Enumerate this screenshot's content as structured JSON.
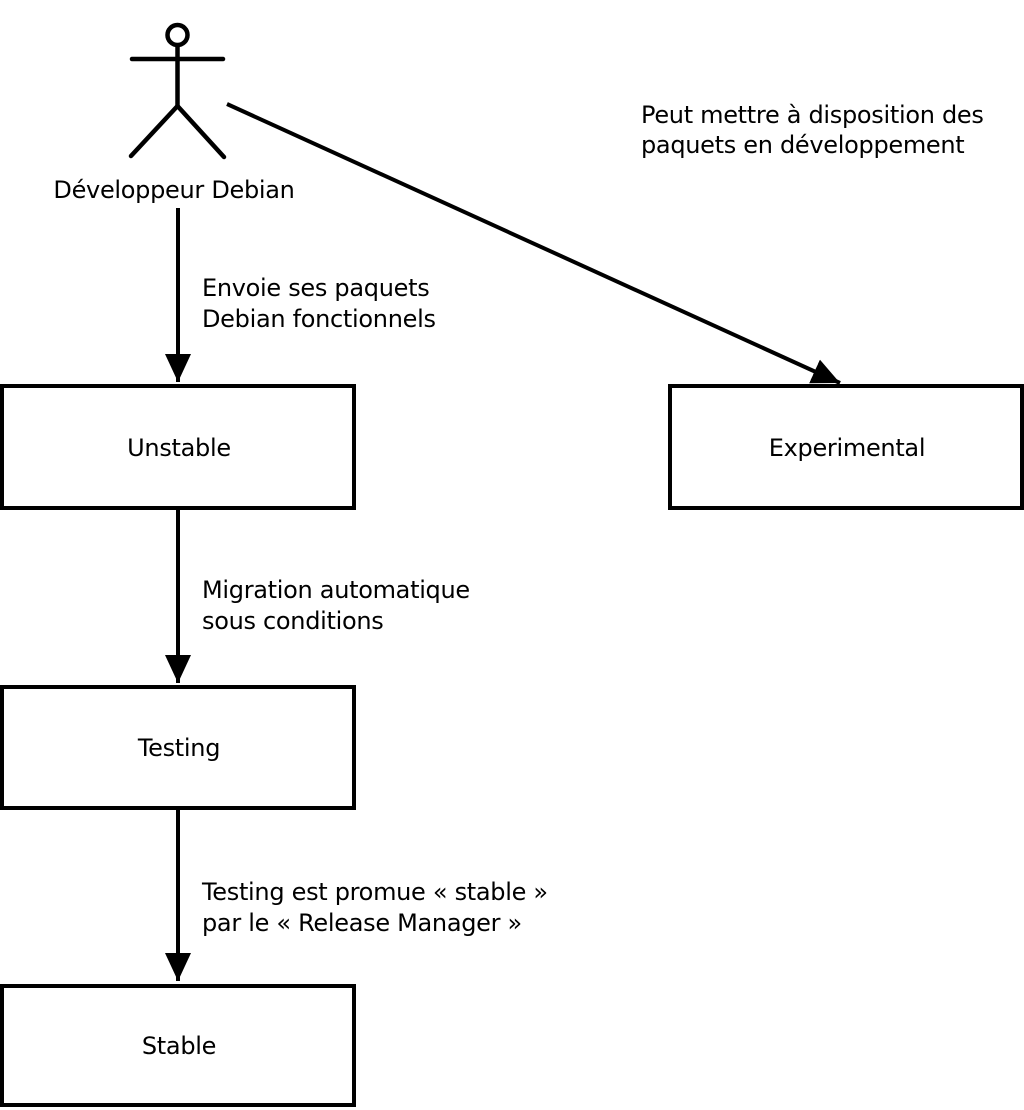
{
  "diagram": {
    "kind": "flowchart",
    "language": "fr"
  },
  "actor": {
    "icon": "stick-figure-person-icon",
    "label": "Développeur Debian"
  },
  "boxes": {
    "unstable": {
      "label": "Unstable"
    },
    "experimental": {
      "label": "Experimental"
    },
    "testing": {
      "label": "Testing"
    },
    "stable": {
      "label": "Stable"
    }
  },
  "arrows": {
    "to_experimental": {
      "from": "Développeur Debian",
      "to": "Experimental",
      "line1": "Peut mettre à disposition des",
      "line2": "paquets en développement"
    },
    "to_unstable": {
      "from": "Développeur Debian",
      "to": "Unstable",
      "line1": "Envoie ses paquets",
      "line2": "Debian fonctionnels"
    },
    "to_testing": {
      "from": "Unstable",
      "to": "Testing",
      "line1": "Migration automatique",
      "line2": "sous conditions"
    },
    "to_stable": {
      "from": "Testing",
      "to": "Stable",
      "line1": "Testing est promue « stable »",
      "line2": "par le « Release Manager »"
    }
  },
  "colors": {
    "stroke": "#000000",
    "background": "#ffffff",
    "box_fill": "#ffffff",
    "text": "#000000"
  }
}
